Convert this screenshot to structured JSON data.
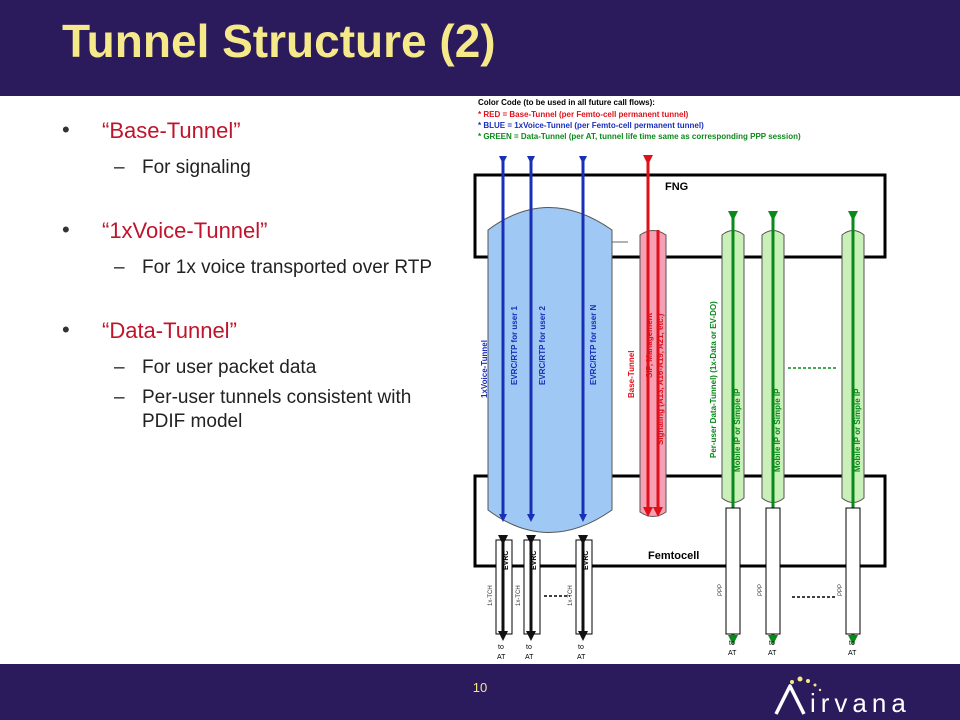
{
  "slide": {
    "title": "Tunnel Structure (2)",
    "page_number": "10",
    "logo_text": "irvana",
    "logo_letter": "A"
  },
  "bullets": [
    {
      "label": "“Base-Tunnel”",
      "subs": [
        "For signaling"
      ]
    },
    {
      "label": "“1xVoice-Tunnel”",
      "subs": [
        "For 1x voice transported over RTP"
      ]
    },
    {
      "label": "“Data-Tunnel”",
      "subs": [
        "For user packet data",
        "Per-user tunnels consistent with PDIF model"
      ]
    }
  ],
  "diagram": {
    "legend": [
      {
        "text": "Color Code (to be used in all future call flows):",
        "color": "#000000"
      },
      {
        "text": "* RED = Base-Tunnel (per Femto-cell permanent tunnel)",
        "color": "#e0101a"
      },
      {
        "text": "* BLUE = 1xVoice-Tunnel (per Femto-cell permanent tunnel)",
        "color": "#1a2fb8"
      },
      {
        "text": "* GREEN = Data-Tunnel (per AT, tunnel life time same as corresponding PPP session)",
        "color": "#0a8a1a"
      }
    ],
    "fng_label": "FNG",
    "femtocell_label": "Femtocell",
    "voice_tunnel_label": "1xVoice-Tunnel",
    "evrc_labels": [
      "EVRC/RTP for user 1",
      "EVRC/RTP for user 2",
      "EVRC/RTP for user N"
    ],
    "base_tunnel_label": "Base-Tunnel",
    "sip_label": "SIP, Management",
    "signaling_label": "Signaling (A13, A16-A19, A21, etc.)",
    "data_tunnel_label": "Per-user Data-Tunnel) (1x-Data or EV-DO)",
    "mobile_ip_label": "Mobile IP or Simple IP",
    "evrc_short": "EVRC",
    "tch_label": "1x-TCH",
    "ppp_label": "PPP",
    "to_label": "to",
    "at_label": "AT",
    "colors": {
      "red": "#e0101a",
      "blue": "#1a2fb8",
      "green": "#0a8a1a",
      "voice_fill": "#9fc8f4",
      "base_fill": "#f7a0b4",
      "data_fill": "#c8f0b8",
      "header": "#2b1a5c",
      "title": "#f5e98a"
    }
  }
}
